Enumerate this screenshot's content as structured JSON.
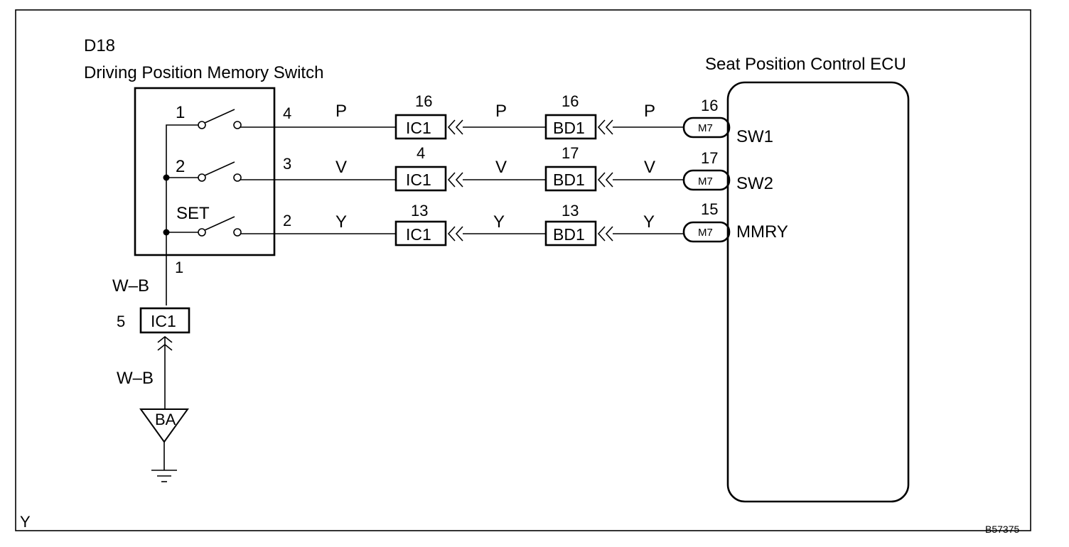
{
  "switch": {
    "code": "D18",
    "name": "Driving Position Memory Switch",
    "internal_labels": [
      "1",
      "2",
      "SET"
    ],
    "output_pins": [
      "4",
      "3",
      "2"
    ],
    "common_pin": "1"
  },
  "ecu": {
    "name": "Seat Position Control ECU"
  },
  "circuits": [
    {
      "wire_color": "P",
      "ic1_pin": "16",
      "bd1_pin": "16",
      "m7_pin": "16",
      "ecu_terminal": "SW1"
    },
    {
      "wire_color": "V",
      "ic1_pin": "4",
      "bd1_pin": "17",
      "m7_pin": "17",
      "ecu_terminal": "SW2"
    },
    {
      "wire_color": "Y",
      "ic1_pin": "13",
      "bd1_pin": "13",
      "m7_pin": "15",
      "ecu_terminal": "MMRY"
    }
  ],
  "connectors": {
    "ic1": "IC1",
    "bd1": "BD1",
    "m7": "M7"
  },
  "ground": {
    "wire_upper": "W–B",
    "wire_lower": "W–B",
    "connector": "IC1",
    "connector_pin": "5",
    "ground_point": "BA"
  },
  "footer": {
    "left_mark": "Y",
    "figure_code": "B57375"
  }
}
